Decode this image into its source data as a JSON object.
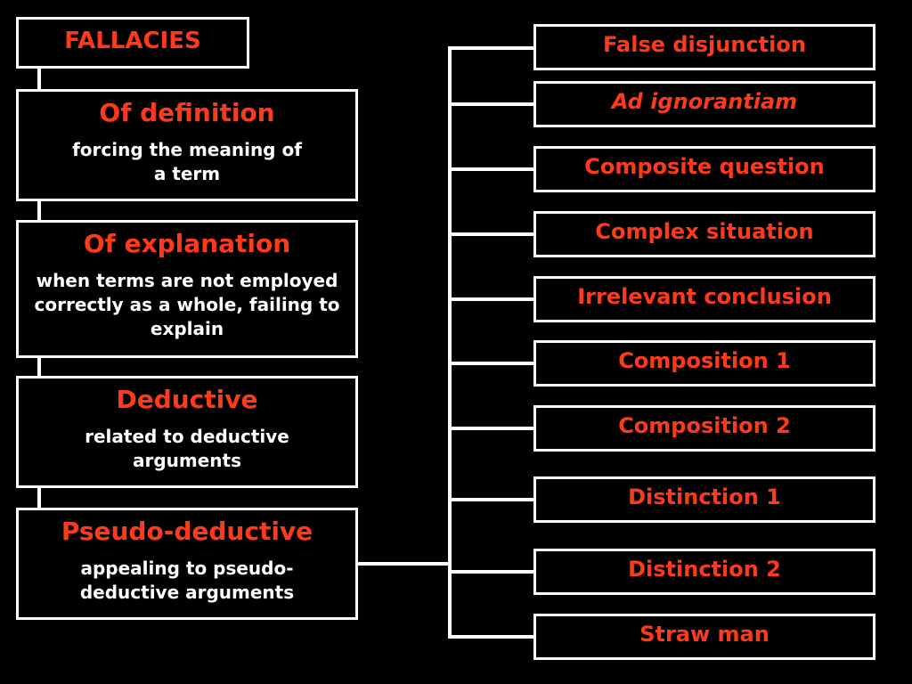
{
  "root": {
    "label": "FALLACIES"
  },
  "categories": [
    {
      "title": "Of definition",
      "desc": "forcing the meaning of a term"
    },
    {
      "title": "Of explanation",
      "desc": "when terms are not employed correctly as a whole, failing to explain"
    },
    {
      "title": "Deductive",
      "desc": "related to deductive arguments"
    },
    {
      "title": "Pseudo-deductive",
      "desc": "appealing to pseudo-deductive arguments"
    }
  ],
  "subtypes": [
    {
      "label": "False disjunction"
    },
    {
      "label": "Ad ignorantiam"
    },
    {
      "label": "Composite question"
    },
    {
      "label": "Complex situation"
    },
    {
      "label": "Irrelevant conclusion"
    },
    {
      "label": "Composition 1"
    },
    {
      "label": "Composition 2"
    },
    {
      "label": "Distinction 1"
    },
    {
      "label": "Distinction 2"
    },
    {
      "label": "Straw man"
    }
  ],
  "colors": {
    "accent": "#ff3a1a",
    "text": "#ffffff",
    "background": "#000000",
    "border": "#ffffff"
  }
}
